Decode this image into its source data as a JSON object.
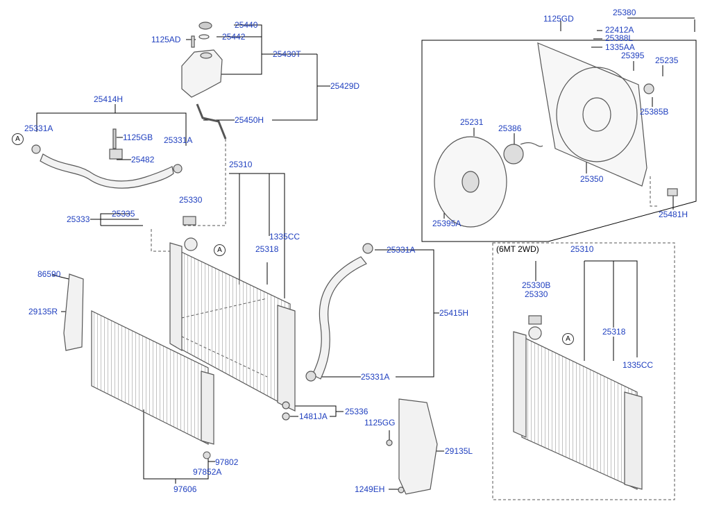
{
  "diagram": {
    "colors": {
      "part_label": "#1f3fbf",
      "line": "#000000",
      "drawing": "#555555",
      "hatch": "#9a9a9a"
    },
    "variant_label": "(6MT 2WD)",
    "ref_marker": "A",
    "labels": {
      "p25440": "25440",
      "p25442": "25442",
      "p1125AD": "1125AD",
      "p25430T": "25430T",
      "p25429D": "25429D",
      "p25450H": "25450H",
      "p25414H": "25414H",
      "p25331A_hose_left": "25331A",
      "p25331A_hose_right": "25331A",
      "p1125GB": "1125GB",
      "p25482": "25482",
      "p25310": "25310",
      "p25330": "25330",
      "p25333": "25333",
      "p25335": "25335",
      "p1335CC": "1335CC",
      "p25318": "25318",
      "p86590": "86590",
      "p29135R": "29135R",
      "p25331A_lower_top": "25331A",
      "p25415H": "25415H",
      "p25331A_lower_bottom": "25331A",
      "p25336": "25336",
      "p1481JA": "1481JA",
      "p1125GG": "1125GG",
      "p29135L": "29135L",
      "p97802": "97802",
      "p97852A": "97852A",
      "p97606": "97606",
      "p1249EH": "1249EH",
      "p1125GD": "1125GD",
      "p25380": "25380",
      "p22412A": "22412A",
      "p25388L": "25388L",
      "p1335AA": "1335AA",
      "p25395": "25395",
      "p25235": "25235",
      "p25385B": "25385B",
      "p25231": "25231",
      "p25386": "25386",
      "p25350": "25350",
      "p25395A": "25395A",
      "p25481H": "25481H",
      "p25310_alt": "25310",
      "p25330B_alt": "25330B",
      "p25330_alt": "25330",
      "p25318_alt": "25318",
      "p1335CC_alt": "1335CC"
    }
  }
}
